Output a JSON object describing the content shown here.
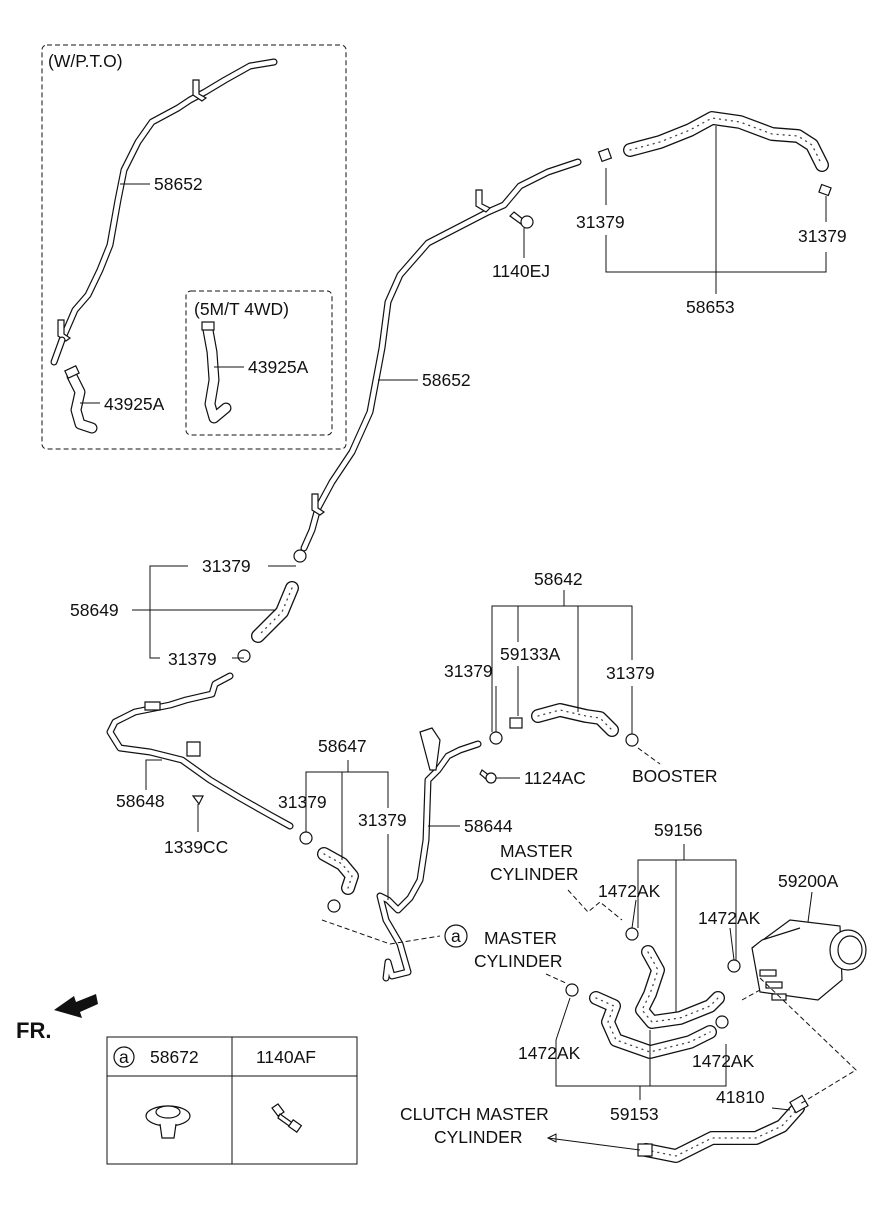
{
  "groups": {
    "wpto": "(W/P.T.O)",
    "mt4wd": "(5M/T 4WD)"
  },
  "labels": {
    "p58652_a": "58652",
    "p43925a_a": "43925A",
    "p43925a_b": "43925A",
    "p58652_b": "58652",
    "p1140ej": "1140EJ",
    "p31379_top_l": "31379",
    "p31379_top_r": "31379",
    "p58653": "58653",
    "p31379_a": "31379",
    "p58649": "58649",
    "p31379_b": "31379",
    "p58642": "58642",
    "p31379_c": "31379",
    "p59133a": "59133A",
    "p31379_d": "31379",
    "p1124ac": "1124AC",
    "booster": "BOOSTER",
    "p58647": "58647",
    "p31379_e": "31379",
    "p31379_f": "31379",
    "p58648": "58648",
    "p1339cc": "1339CC",
    "p58644": "58644",
    "p59156": "59156",
    "master_cyl_1a": "MASTER",
    "master_cyl_1b": "CYLINDER",
    "p1472ak_a": "1472AK",
    "p1472ak_b": "1472AK",
    "p59200a": "59200A",
    "callout_a": "a",
    "master_cyl_2a": "MASTER",
    "master_cyl_2b": "CYLINDER",
    "p1472ak_c": "1472AK",
    "p1472ak_d": "1472AK",
    "p59153": "59153",
    "p41810": "41810",
    "clutch_1": "CLUTCH MASTER",
    "clutch_2": "CYLINDER",
    "fr": "FR."
  },
  "legend": {
    "key": "a",
    "col1": "58672",
    "col2": "1140AF"
  }
}
